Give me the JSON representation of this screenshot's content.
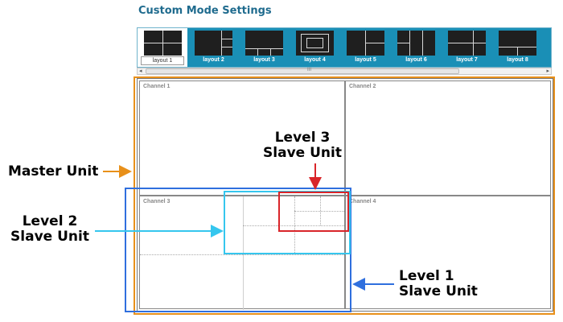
{
  "page": {
    "heading": "Custom Mode Settings"
  },
  "layouts": [
    {
      "label": "layout 1",
      "active": true
    },
    {
      "label": "layout 2",
      "active": false
    },
    {
      "label": "layout 3",
      "active": false
    },
    {
      "label": "layout 4",
      "active": false
    },
    {
      "label": "layout 5",
      "active": false
    },
    {
      "label": "layout 6",
      "active": false
    },
    {
      "label": "layout 7",
      "active": false
    },
    {
      "label": "layout 8",
      "active": false
    }
  ],
  "scrollbar": {
    "left_arrow": "◂",
    "right_arrow": "▸",
    "grip": "III"
  },
  "channels": [
    "Channel 1",
    "Channel 2",
    "Channel 3",
    "Channel 4"
  ],
  "annotations": {
    "master": "Master Unit",
    "level1_line1": "Level 1",
    "level1_line2": "Slave Unit",
    "level2_line1": "Level 2",
    "level2_line2": "Slave Unit",
    "level3_line1": "Level 3",
    "level3_line2": "Slave Unit"
  },
  "colors": {
    "tab_strip": "#1a8fb6",
    "heading": "#1f6b8e",
    "master": "#e8901a",
    "level1": "#2f6fde",
    "level2": "#35c6ee",
    "level3": "#d9252a"
  }
}
